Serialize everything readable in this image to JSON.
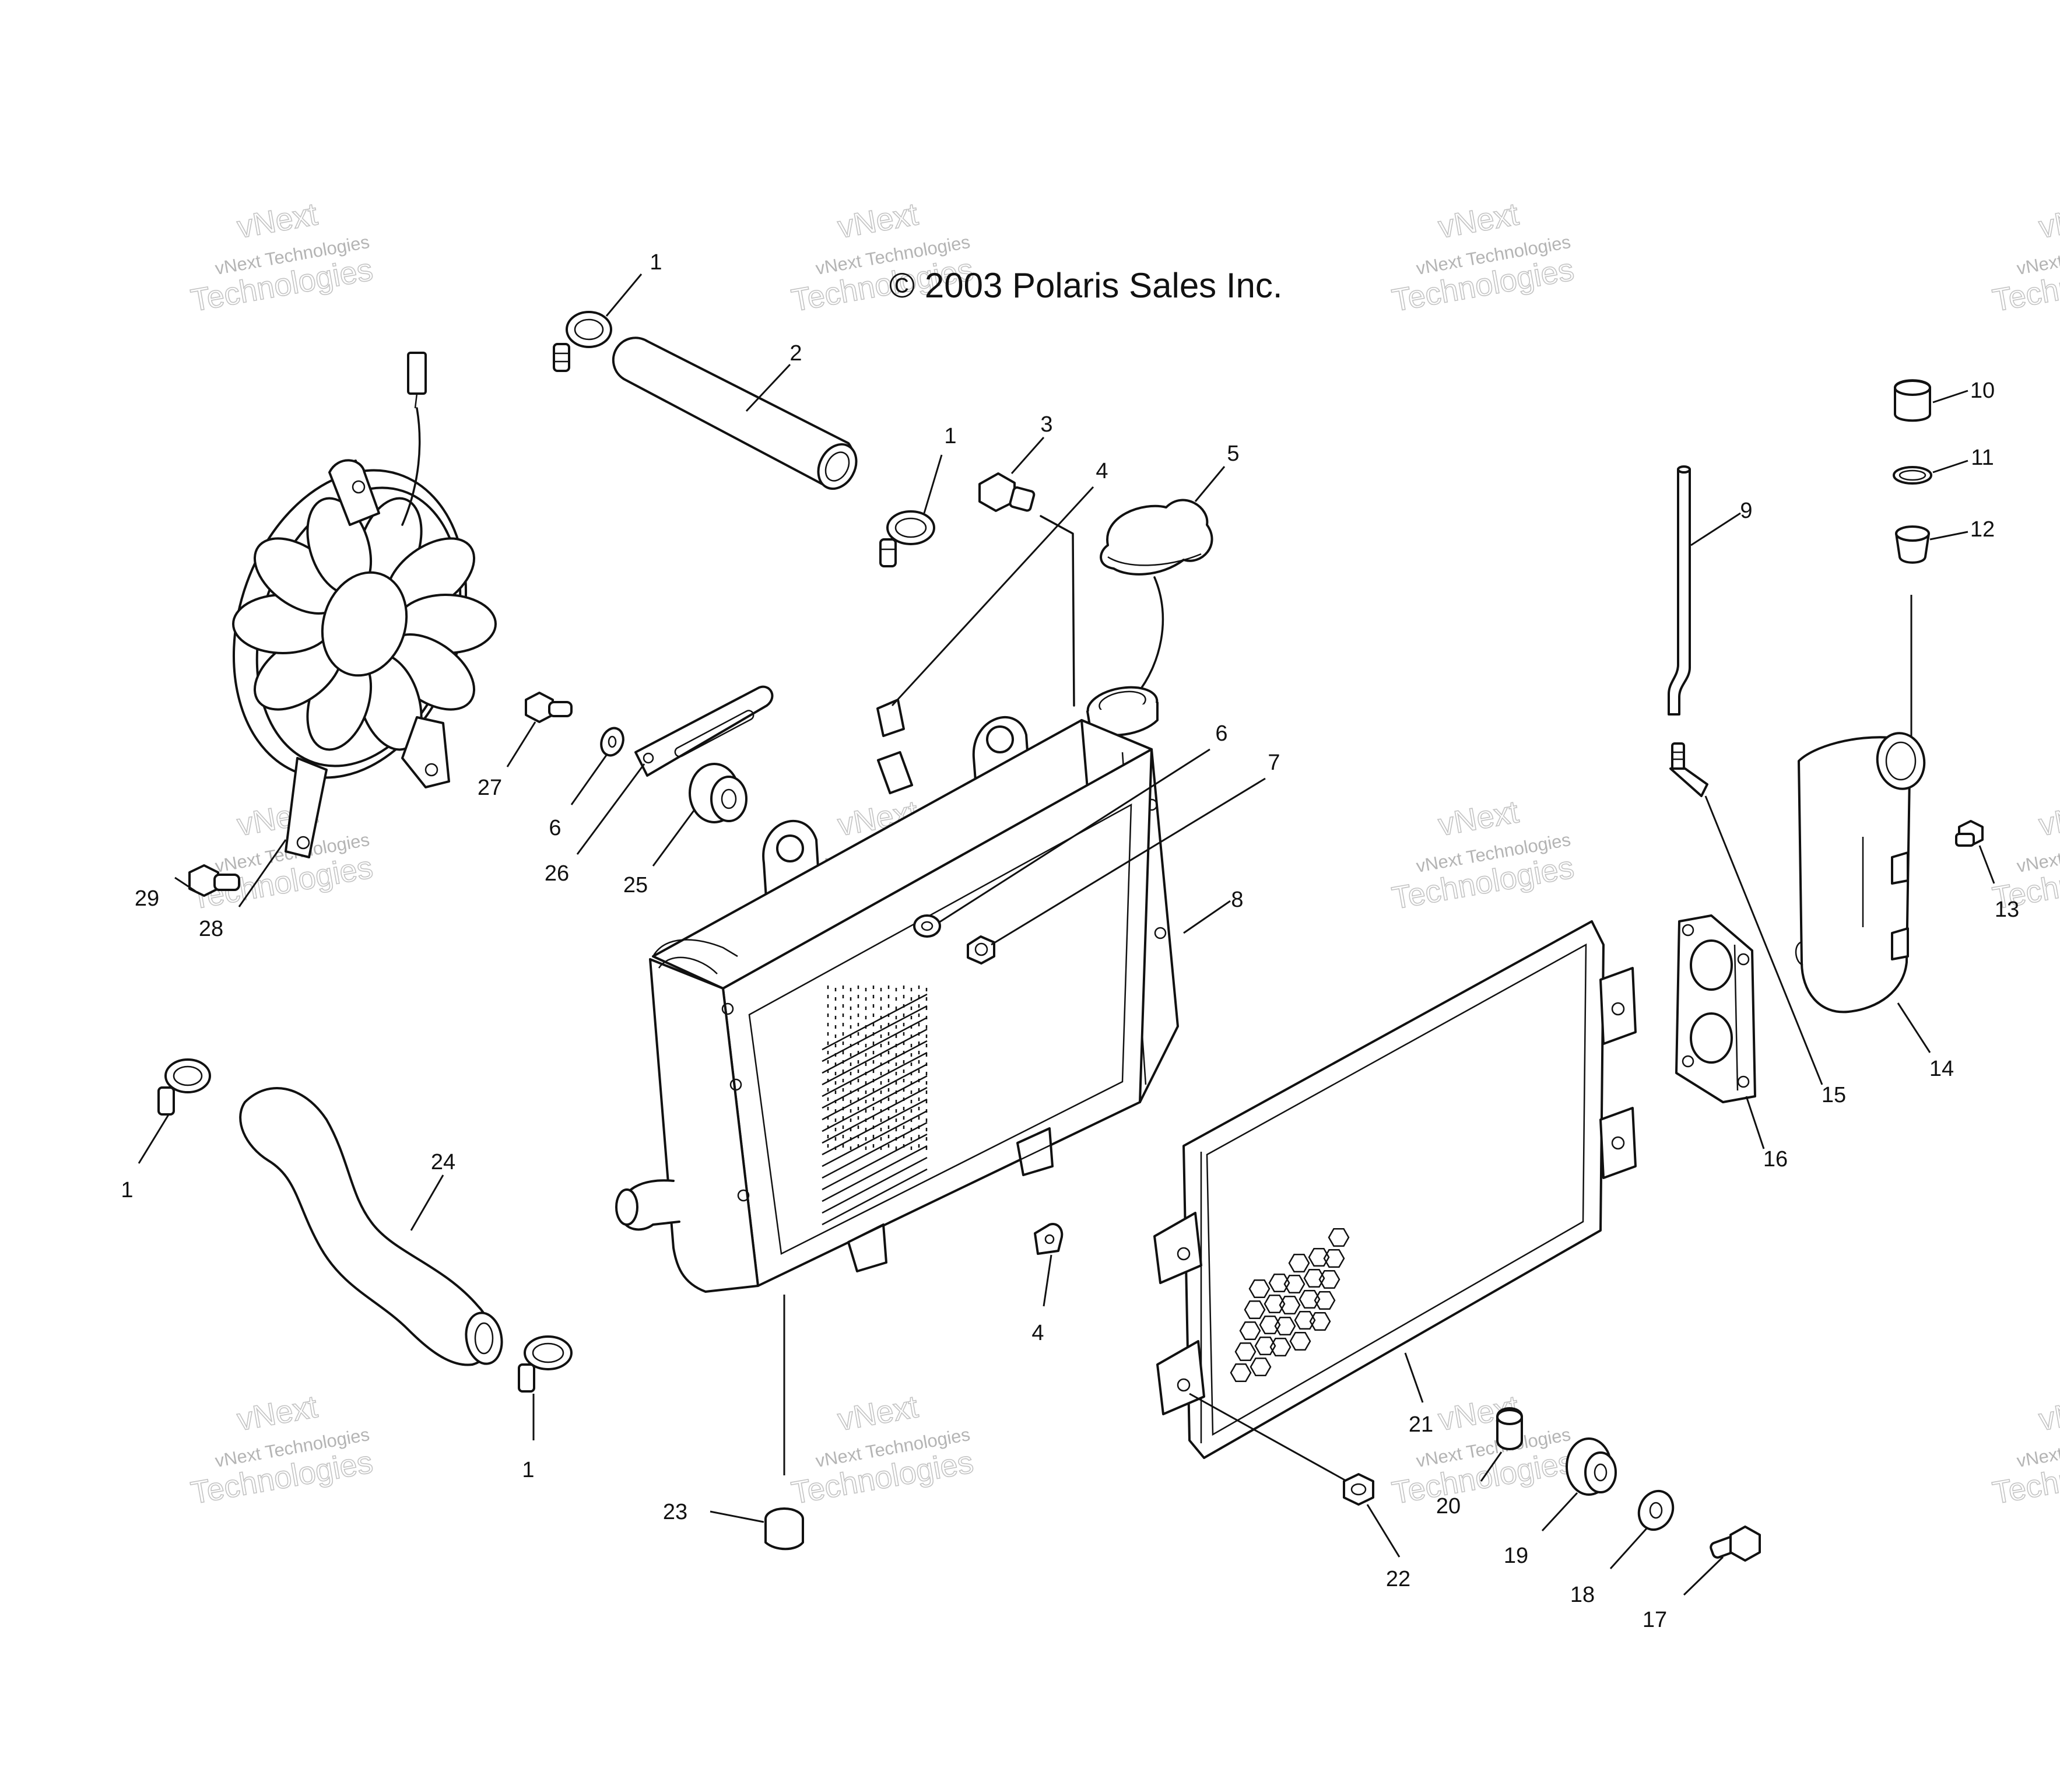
{
  "copyright": "© 2003 Polaris Sales Inc.",
  "watermark": {
    "line1": "vNext",
    "line2": "vNext Technologies",
    "line3": "Technologies"
  },
  "callouts": [
    {
      "id": "c1a",
      "label": "1"
    },
    {
      "id": "c2",
      "label": "2"
    },
    {
      "id": "c1b",
      "label": "1"
    },
    {
      "id": "c3",
      "label": "3"
    },
    {
      "id": "c4a",
      "label": "4"
    },
    {
      "id": "c5",
      "label": "5"
    },
    {
      "id": "c6a",
      "label": "6"
    },
    {
      "id": "c7",
      "label": "7"
    },
    {
      "id": "c8",
      "label": "8"
    },
    {
      "id": "c9",
      "label": "9"
    },
    {
      "id": "c10",
      "label": "10"
    },
    {
      "id": "c11",
      "label": "11"
    },
    {
      "id": "c12",
      "label": "12"
    },
    {
      "id": "c13",
      "label": "13"
    },
    {
      "id": "c14",
      "label": "14"
    },
    {
      "id": "c15",
      "label": "15"
    },
    {
      "id": "c16",
      "label": "16"
    },
    {
      "id": "c17",
      "label": "17"
    },
    {
      "id": "c18",
      "label": "18"
    },
    {
      "id": "c19",
      "label": "19"
    },
    {
      "id": "c20",
      "label": "20"
    },
    {
      "id": "c21",
      "label": "21"
    },
    {
      "id": "c22",
      "label": "22"
    },
    {
      "id": "c23",
      "label": "23"
    },
    {
      "id": "c24",
      "label": "24"
    },
    {
      "id": "c25",
      "label": "25"
    },
    {
      "id": "c26",
      "label": "26"
    },
    {
      "id": "c27",
      "label": "27"
    },
    {
      "id": "c6b",
      "label": "6"
    },
    {
      "id": "c28",
      "label": "28"
    },
    {
      "id": "c29",
      "label": "29"
    },
    {
      "id": "c1c",
      "label": "1"
    },
    {
      "id": "c1d",
      "label": "1"
    },
    {
      "id": "c4b",
      "label": "4"
    }
  ]
}
